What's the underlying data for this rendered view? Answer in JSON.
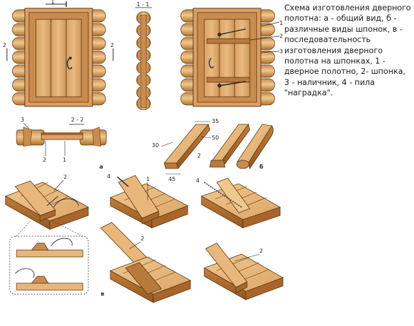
{
  "caption": {
    "lines": [
      "Схема изготовления дверного",
      "полотна: а - общий вид, б -",
      "различные виды шпонок, в -",
      "последовательность",
      "изготовления дверного",
      "полотна на шпонках, 1 -",
      "дверное полотно, 2- шпонка,",
      "3 - наличник, 4 - пила",
      "\"наградка\"."
    ]
  },
  "labels": {
    "section_top": "1",
    "section_left": "2",
    "section_right": "2",
    "section_11": "1 - 1",
    "callout_1": "1",
    "callout_2": "2",
    "callout_3": "3",
    "section_22": "2 - 2",
    "plan_3": "3",
    "plan_2": "2",
    "plan_1": "1",
    "dim_35": "35",
    "dim_50": "50",
    "dim_30": "30",
    "dim_45": "45",
    "key_2": "2",
    "letter_a": "а",
    "letter_b": "б",
    "letter_v": "в",
    "step1_2": "2",
    "step2_4": "4",
    "step2_1": "1",
    "step3_4": "4",
    "step4_2": "2",
    "step5_2": "2"
  },
  "colors": {
    "wood_light": "#e8b878",
    "wood_mid": "#d39a5a",
    "wood_dark": "#a8652c",
    "outline": "#5a3512",
    "bg": "#ffffff"
  }
}
